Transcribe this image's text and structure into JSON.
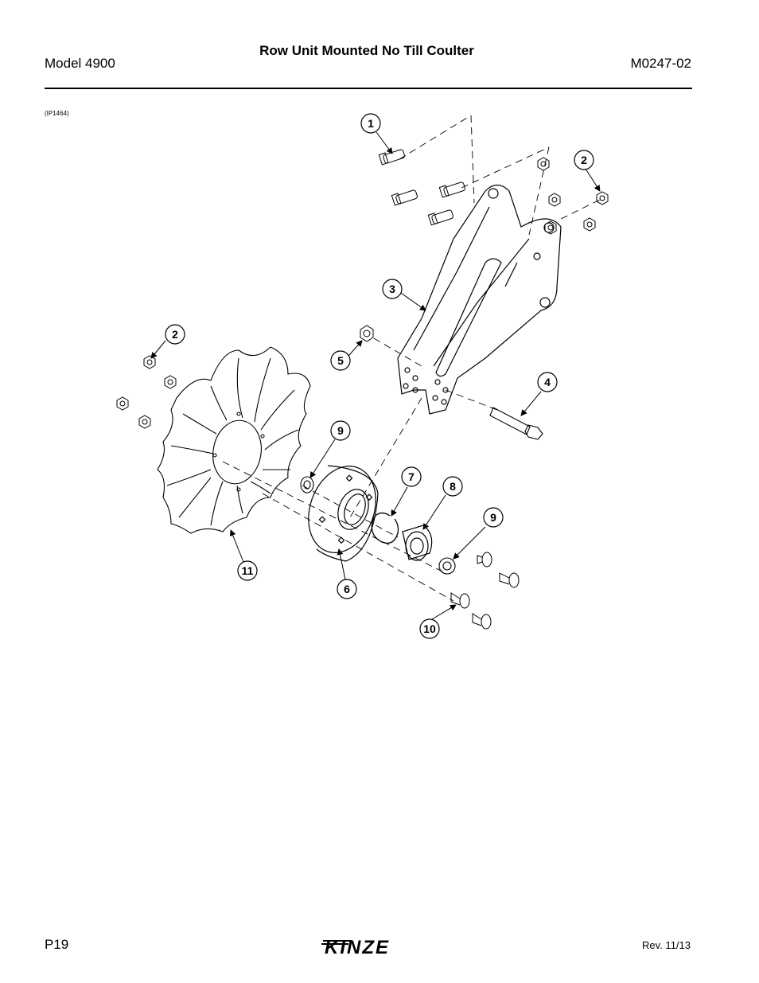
{
  "header": {
    "title": "Row Unit Mounted No Till Coulter",
    "model": "Model 4900",
    "doc_number": "M0247-02"
  },
  "figure": {
    "id": "(IP1464)",
    "callouts": [
      "1",
      "2",
      "3",
      "2",
      "5",
      "4",
      "9",
      "7",
      "8",
      "9",
      "11",
      "6",
      "10"
    ]
  },
  "footer": {
    "page": "P19",
    "brand": "KINZE",
    "revision": "Rev. 11/13"
  }
}
